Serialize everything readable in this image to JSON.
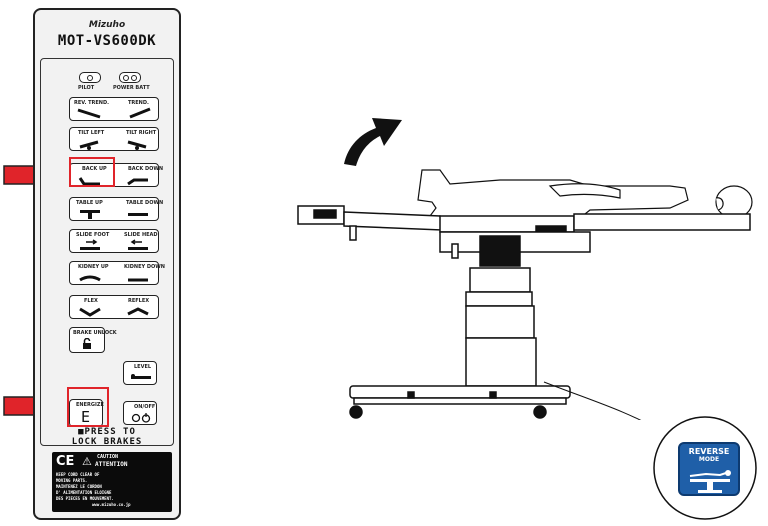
{
  "panel": {
    "brand": "Mizuho",
    "model": "MOT-VS600DK",
    "pilot_label": "PILOT",
    "batt_label": "POWER BATT",
    "rows": [
      {
        "left": "REV. TREND.",
        "right": "TREND."
      },
      {
        "left": "TILT LEFT",
        "right": "TILT RIGHT"
      },
      {
        "left": "BACK UP",
        "right": "BACK DOWN"
      },
      {
        "left": "TABLE UP",
        "right": "TABLE DOWN"
      },
      {
        "left": "SLIDE FOOT",
        "right": "SLIDE HEAD"
      },
      {
        "left": "KIDNEY UP",
        "right": "KIDNEY DOWN"
      },
      {
        "left": "FLEX",
        "right": "REFLEX"
      }
    ],
    "brake_unlock": "BRAKE UNLOCK",
    "level": "LEVEL",
    "energize": "ENERGIZE",
    "energize_key": "E",
    "onoff": "ON/OFF",
    "press_line1": "PRESS TO",
    "press_line2": "LOCK BRAKES",
    "ce_mark": "CE",
    "caution_l1": "CAUTION",
    "caution_l2": "ATTENTION",
    "warning_lines": [
      "KEEP CORD CLEAR OF",
      "MOVING PARTS.",
      "MAINTENEZ LE CORDON",
      "D' ALIMENTATION ELOIGNE",
      "DES PIECES EN MOUVEMENT.",
      "www.mizuho.co.jp"
    ]
  },
  "badge": {
    "line1": "REVERSE",
    "line2": "MODE"
  },
  "colors": {
    "highlight": "#e0242a",
    "badge_blue": "#1f5fa8",
    "panel_bg": "#f2f2f2"
  }
}
